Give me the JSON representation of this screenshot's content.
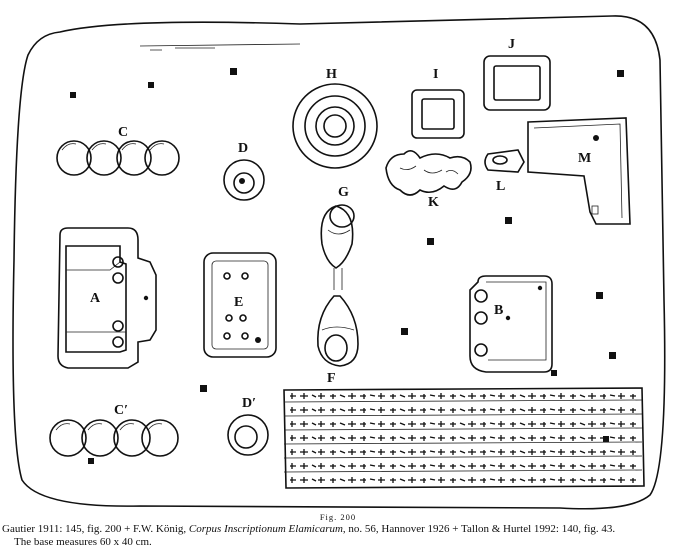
{
  "figure": {
    "object_labels": {
      "A": "A",
      "B": "B",
      "C": "C",
      "C_prime": "C′",
      "D": "D",
      "D_prime": "D′",
      "E": "E",
      "F": "F",
      "G": "G",
      "H": "H",
      "I": "I",
      "J": "J",
      "K": "K",
      "L": "L",
      "M": "M"
    },
    "fig_number": "Fig. 200"
  },
  "caption": {
    "lead": "Gautier 1911: 145, fig. 200 + F.W. König, ",
    "title_italic": "Corpus Inscriptionum Elamicarum",
    "tail": ", no. 56, Hannover 1926 + Tallon & Hurtel 1992: 140, fig. 43.",
    "line2": "The base measures 60 x 40 cm."
  }
}
